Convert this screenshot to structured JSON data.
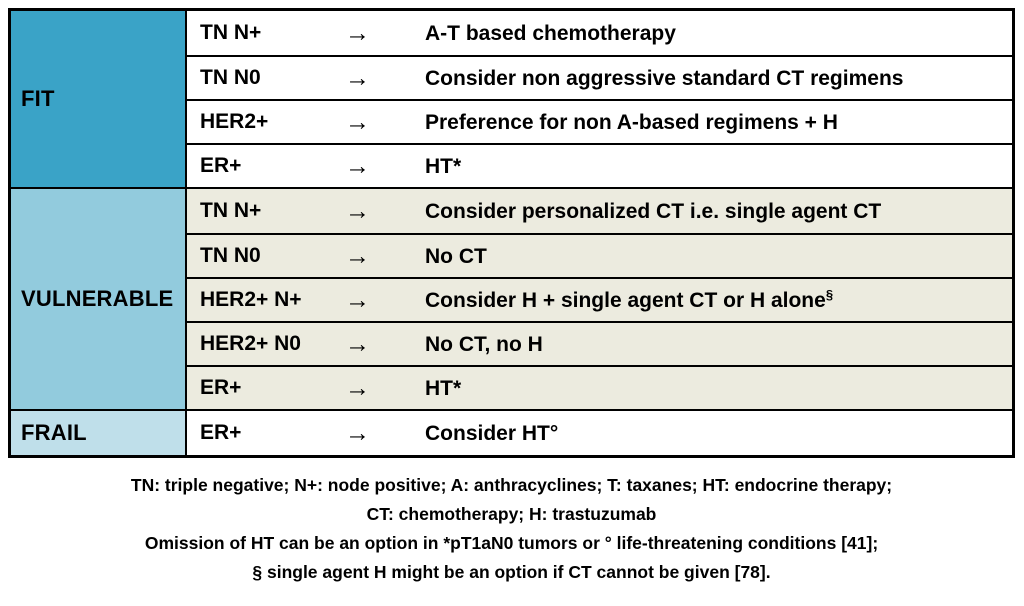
{
  "table": {
    "arrow": "→",
    "colors": {
      "fit_bg": "#3aa3c7",
      "vulnerable_bg": "#92cbdd",
      "frail_bg": "#bfdfea",
      "vulnerable_row_bg": "#ecebdf",
      "fit_row_bg": "#ffffff",
      "frail_row_bg": "#ffffff",
      "border": "#000000"
    },
    "sections": [
      {
        "label": "FIT",
        "color": "#3aa3c7",
        "row_bg": "#ffffff",
        "rows": [
          {
            "condition": "TN N+",
            "result": "A-T based chemotherapy"
          },
          {
            "condition": "TN N0",
            "result": "Consider non aggressive standard CT regimens"
          },
          {
            "condition": "HER2+",
            "result": "Preference for non A-based regimens + H"
          },
          {
            "condition": "ER+",
            "result": "HT*"
          }
        ]
      },
      {
        "label": "VULNERABLE",
        "color": "#92cbdd",
        "row_bg": "#ecebdf",
        "rows": [
          {
            "condition": "TN N+",
            "result": "Consider personalized CT i.e. single agent CT"
          },
          {
            "condition": "TN N0",
            "result": "No CT"
          },
          {
            "condition": "HER2+ N+",
            "result": "Consider H + single agent CT or H alone",
            "result_sup": "§"
          },
          {
            "condition": "HER2+ N0",
            "result": "No CT, no H"
          },
          {
            "condition": "ER+",
            "result": "HT*"
          }
        ]
      },
      {
        "label": "FRAIL",
        "color": "#bfdfea",
        "row_bg": "#ffffff",
        "rows": [
          {
            "condition": "ER+",
            "result": "Consider HT°"
          }
        ]
      }
    ]
  },
  "footnotes": {
    "lines": [
      "TN: triple negative; N+: node positive; A: anthracyclines; T: taxanes; HT: endocrine therapy;",
      "CT: chemotherapy; H: trastuzumab",
      "Omission of HT can be an option in *pT1aN0 tumors or ° life-threatening conditions [41];",
      "§ single agent H might be an option if CT cannot be given [78]."
    ]
  }
}
